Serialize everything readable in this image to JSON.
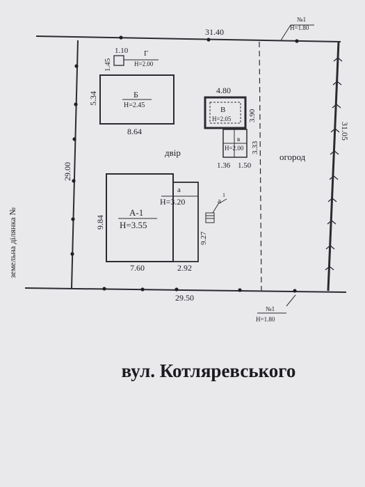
{
  "side_label": "земельна ділянка №",
  "street": "вул. Котляревського",
  "boundary": {
    "top_length": "31.40",
    "bottom_length": "29.50",
    "left_length": "29.00",
    "right_length": "31.05",
    "point_top": {
      "num": "№1",
      "h": "H=1.80"
    },
    "point_bottom": {
      "num": "№1",
      "h": "H=1.80"
    }
  },
  "areas": {
    "yard": "двір",
    "garden": "огород"
  },
  "buildings": {
    "g": {
      "letter": "Г",
      "h": "H=2.00",
      "w": "1.10",
      "d": "1.45"
    },
    "b": {
      "letter": "Б",
      "h": "H=2.45",
      "w": "8.64",
      "d": "5.34"
    },
    "v": {
      "letter": "В",
      "h": "H=2.05",
      "w": "4.80",
      "d": "3.90"
    },
    "v_small": {
      "letter": "в",
      "h": "H=2.00",
      "w1": "1.36",
      "w2": "1.50",
      "d": "3.33"
    },
    "a1": {
      "letter": "А-1",
      "h": "H=3.55",
      "w": "7.60",
      "d": "9.84"
    },
    "a": {
      "letter": "а",
      "h": "H=3.20",
      "w": "2.92",
      "d": "9.27"
    },
    "a_prime": {
      "letter": "а"
    }
  },
  "colors": {
    "background": "#e9e9ec",
    "ink": "#1f1f24"
  }
}
